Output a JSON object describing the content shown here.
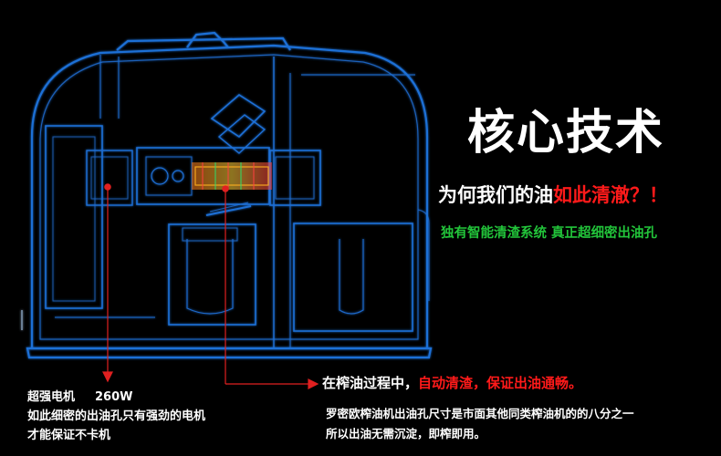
{
  "heading": "核心技术",
  "question": {
    "prefix": "为何我们的油",
    "highlight": "如此清澈？！"
  },
  "feature_line": "独有智能清渣系统 真正超细密出油孔",
  "motor_callout": {
    "title": "超强电机",
    "wattage": "260W",
    "line2": "如此细密的出油孔只有强劲的电机",
    "line3": "才能保证不卡机"
  },
  "press_callout": {
    "prefix": "在榨油过程中，",
    "highlight": "自动清渣，保证出油通畅。",
    "line2": "罗密欧榨油机出油孔尺寸是市面其他同类榨油机的的八分之一",
    "line3": "所以出油无需沉淀，即榨即用。"
  },
  "colors": {
    "background": "#000000",
    "outline_blue": "#1f6fd6",
    "highlight_red": "#ff1a1a",
    "feature_green": "#22c43a",
    "text_white": "#ffffff"
  }
}
